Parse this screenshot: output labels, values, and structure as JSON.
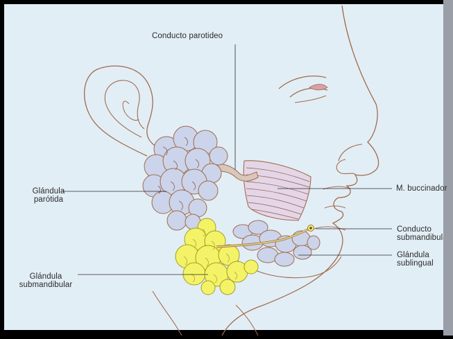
{
  "labels": {
    "conducto_parotideo": "Conducto parotideo",
    "glandula_parotida_l1": "Glándula",
    "glandula_parotida_l2": "parótida",
    "glandula_submandibular_l1": "Glándula",
    "glandula_submandibular_l2": "submandibular",
    "m_buccinador": "M. buccinador",
    "conducto_submandibular_l1": "Conducto",
    "conducto_submandibular_l2": "submandibular",
    "glandula_sublingual_l1": "Glándula",
    "glandula_sublingual_l2": "sublingual"
  },
  "colors": {
    "background": "#e2eef6",
    "outline": "#a06b4c",
    "parotid_fill": "#cbd4ea",
    "submandibular_fill": "#f4f266",
    "muscle_fill": "#e4d6e6",
    "leader_line": "#2a2a2a"
  }
}
